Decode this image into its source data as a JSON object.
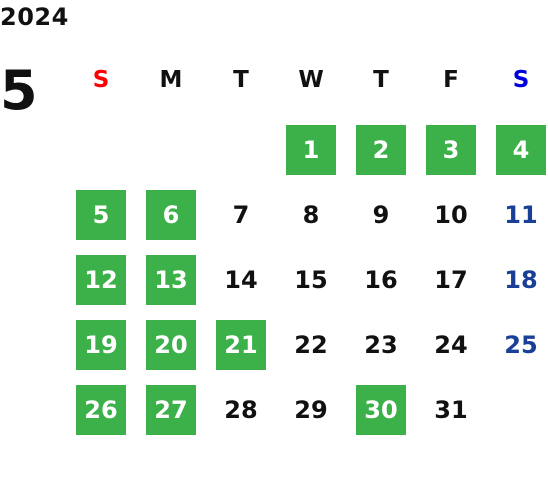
{
  "calendar": {
    "year": "2024",
    "month": "5",
    "weekdays": [
      "S",
      "M",
      "T",
      "W",
      "T",
      "F",
      "S"
    ],
    "weeks": [
      [
        "",
        "",
        "",
        "1",
        "2",
        "3",
        "4"
      ],
      [
        "5",
        "6",
        "7",
        "8",
        "9",
        "10",
        "11"
      ],
      [
        "12",
        "13",
        "14",
        "15",
        "16",
        "17",
        "18"
      ],
      [
        "19",
        "20",
        "21",
        "22",
        "23",
        "24",
        "25"
      ],
      [
        "26",
        "27",
        "28",
        "29",
        "30",
        "31",
        ""
      ]
    ],
    "highlighted_days": [
      "1",
      "2",
      "3",
      "4",
      "5",
      "6",
      "12",
      "13",
      "19",
      "20",
      "21",
      "26",
      "27",
      "30"
    ]
  },
  "colors": {
    "highlight": "#3cb14a",
    "sunday_header": "#ff0000",
    "saturday_header": "#0000dd",
    "saturday_date": "#1a3f96",
    "text": "#111111"
  }
}
